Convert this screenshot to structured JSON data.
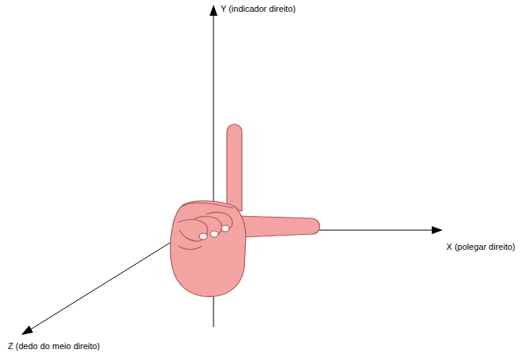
{
  "diagram": {
    "labels": [
      "Y (indicador direito)",
      "X (polegar direito)",
      "Z (dedo do meio direito)"
    ]
  }
}
